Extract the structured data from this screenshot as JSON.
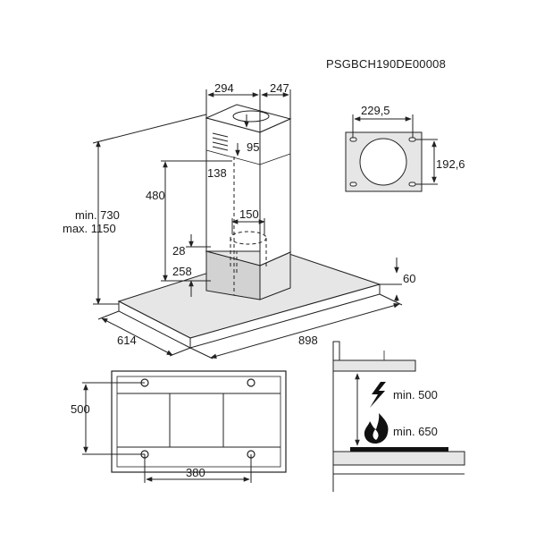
{
  "product_code": "PSGBCH190DE00008",
  "chimney": {
    "width_label": "294",
    "depth_label": "247",
    "outlet_offset_label": "95",
    "outlet_depth_label": "138",
    "upper_height_label": "480",
    "duct_diameter_label": "150",
    "duct_offset_label": "28",
    "lower_height_label": "258"
  },
  "hood": {
    "total_height_label": "min. 730",
    "total_height_label_2": "max. 1150",
    "canopy_thickness_label": "60",
    "depth_label": "614",
    "width_label": "898"
  },
  "bracket": {
    "width_label": "229,5",
    "height_label": "192,6"
  },
  "top_view": {
    "depth_label": "500",
    "hole_spacing_label": "380"
  },
  "clearance": {
    "electric_label": "min. 500",
    "gas_label": "min. 650"
  },
  "colors": {
    "line": "#222222",
    "surface": "#e6e6e6",
    "flame": "#111111"
  }
}
